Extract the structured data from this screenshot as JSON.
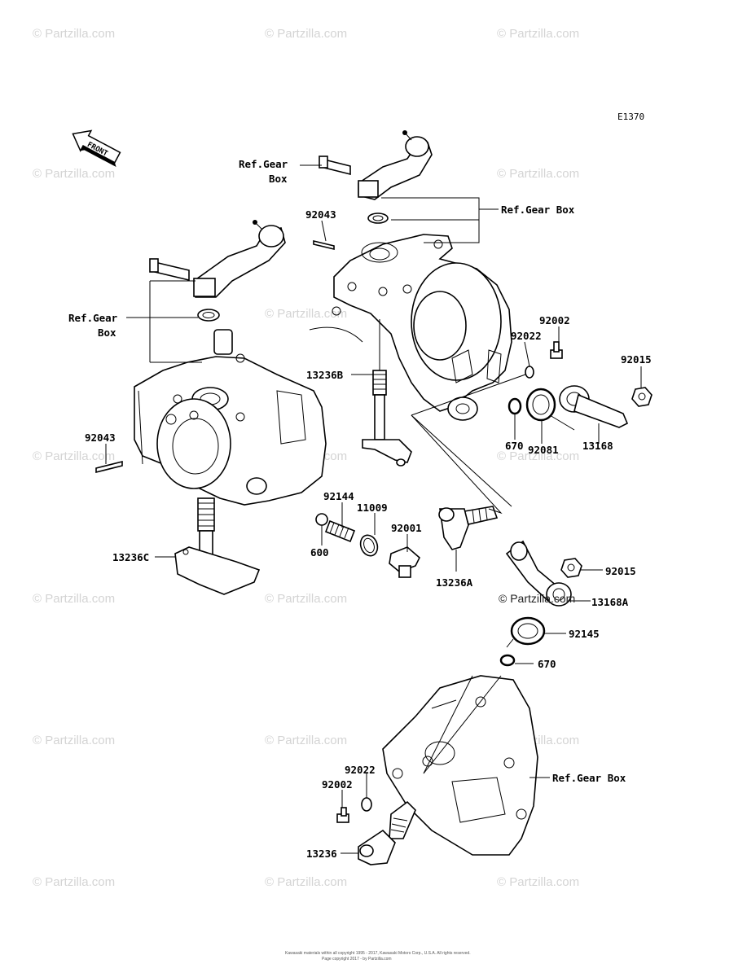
{
  "diagram_code": "E1370",
  "front_label": "FRONT",
  "watermark_text": "© Partzilla.com",
  "labels": {
    "ref_gear_box_top_a": "Ref.Gear",
    "ref_gear_box_top_b": "Box",
    "ref_gear_box_right": "Ref.Gear Box",
    "ref_gear_box_left_a": "Ref.Gear",
    "ref_gear_box_left_b": "Box",
    "ref_gear_box_bottom": "Ref.Gear Box",
    "p92043_top": "92043",
    "p92043_left": "92043",
    "p92002_top": "92002",
    "p92022_top": "92022",
    "p92015_top": "92015",
    "p13236B": "13236B",
    "p670_top": "670",
    "p92081": "92081",
    "p13168": "13168",
    "p92144": "92144",
    "p11009": "11009",
    "p92001": "92001",
    "p600": "600",
    "p13236C": "13236C",
    "p13236A": "13236A",
    "p92015_mid": "92015",
    "p13168A": "13168A",
    "p92145": "92145",
    "p670_mid": "670",
    "p92022_bottom": "92022",
    "p92002_bottom": "92002",
    "p13236": "13236"
  },
  "footer": {
    "line1": "Kawasaki materials within all copyright 1995 - 2017, Kawasaki Motors Corp., U.S.A. All rights reserved.",
    "line2": "Page copyright 2017 - by Partzilla.com"
  }
}
